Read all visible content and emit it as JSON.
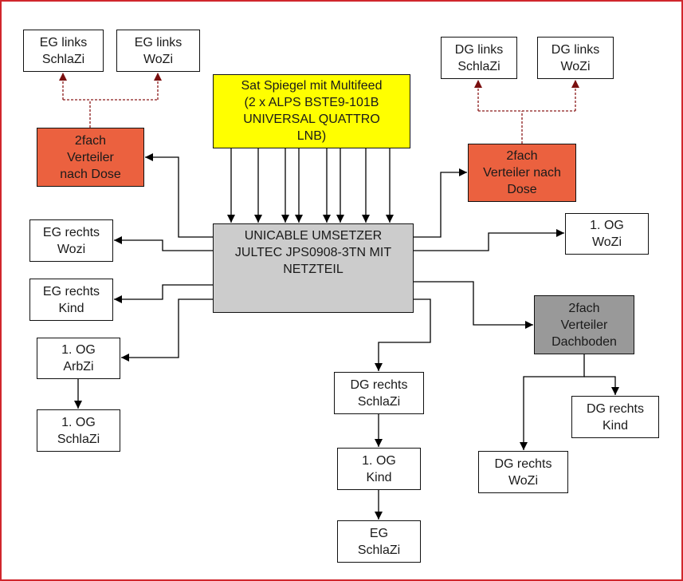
{
  "diagram": {
    "colors": {
      "border": "#d0262c",
      "wire": "#000000",
      "dashed_wire": "#8b1a1a",
      "orange": "#eb613f",
      "yellow": "#ffff00",
      "grey_light": "#cccccc",
      "grey_dark": "#999999"
    },
    "nodes": {
      "sat": "Sat Spiegel mit Multifeed\n(2 x ALPS BSTE9-101B\nUNIVERSAL QUATTRO\nLNB)",
      "unicable": "UNICABLE UMSETZER\nJULTEC JPS0908-3TN MIT\nNETZTEIL",
      "eg_links_schlazi": "EG links\nSchlaZi",
      "eg_links_wozi": "EG links\nWoZi",
      "verteiler_eg": "2fach\nVerteiler\nnach Dose",
      "dg_links_schlazi": "DG links\nSchlaZi",
      "dg_links_wozi": "DG links\nWoZi",
      "verteiler_dg": "2fach\nVerteiler nach\nDose",
      "eg_rechts_wozi": "EG rechts\nWozi",
      "eg_rechts_kind": "EG rechts\nKind",
      "og1_arbzi": "1. OG\nArbZi",
      "og1_schlazi": "1. OG\nSchlaZi",
      "og1_wozi": "1. OG\nWoZi",
      "verteiler_dachboden": "2fach\nVerteiler\nDachboden",
      "dg_rechts_schlazi": "DG rechts\nSchlaZi",
      "og1_kind": "1. OG\nKind",
      "eg_schlazi": "EG\nSchlaZi",
      "dg_rechts_kind": "DG rechts\nKind",
      "dg_rechts_wozi": "DG rechts\nWoZi"
    },
    "edges": [
      {
        "from": "sat",
        "to": "unicable",
        "count": 8,
        "style": "solid"
      },
      {
        "from": "unicable",
        "to": "verteiler_eg",
        "style": "solid"
      },
      {
        "from": "unicable",
        "to": "eg_rechts_wozi",
        "style": "solid"
      },
      {
        "from": "unicable",
        "to": "eg_rechts_kind",
        "style": "solid"
      },
      {
        "from": "unicable",
        "to": "og1_arbzi",
        "style": "solid"
      },
      {
        "from": "og1_arbzi",
        "to": "og1_schlazi",
        "style": "solid"
      },
      {
        "from": "unicable",
        "to": "verteiler_dg",
        "style": "solid"
      },
      {
        "from": "unicable",
        "to": "og1_wozi",
        "style": "solid"
      },
      {
        "from": "unicable",
        "to": "verteiler_dachboden",
        "style": "solid"
      },
      {
        "from": "unicable",
        "to": "dg_rechts_schlazi",
        "style": "solid"
      },
      {
        "from": "dg_rechts_schlazi",
        "to": "og1_kind",
        "style": "solid"
      },
      {
        "from": "og1_kind",
        "to": "eg_schlazi",
        "style": "solid"
      },
      {
        "from": "verteiler_dachboden",
        "to": "dg_rechts_wozi",
        "style": "solid"
      },
      {
        "from": "verteiler_dachboden",
        "to": "dg_rechts_kind",
        "style": "solid"
      },
      {
        "from": "verteiler_eg",
        "to": "eg_links_schlazi",
        "style": "dashed"
      },
      {
        "from": "verteiler_eg",
        "to": "eg_links_wozi",
        "style": "dashed"
      },
      {
        "from": "verteiler_dg",
        "to": "dg_links_schlazi",
        "style": "dashed"
      },
      {
        "from": "verteiler_dg",
        "to": "dg_links_wozi",
        "style": "dashed"
      }
    ]
  }
}
